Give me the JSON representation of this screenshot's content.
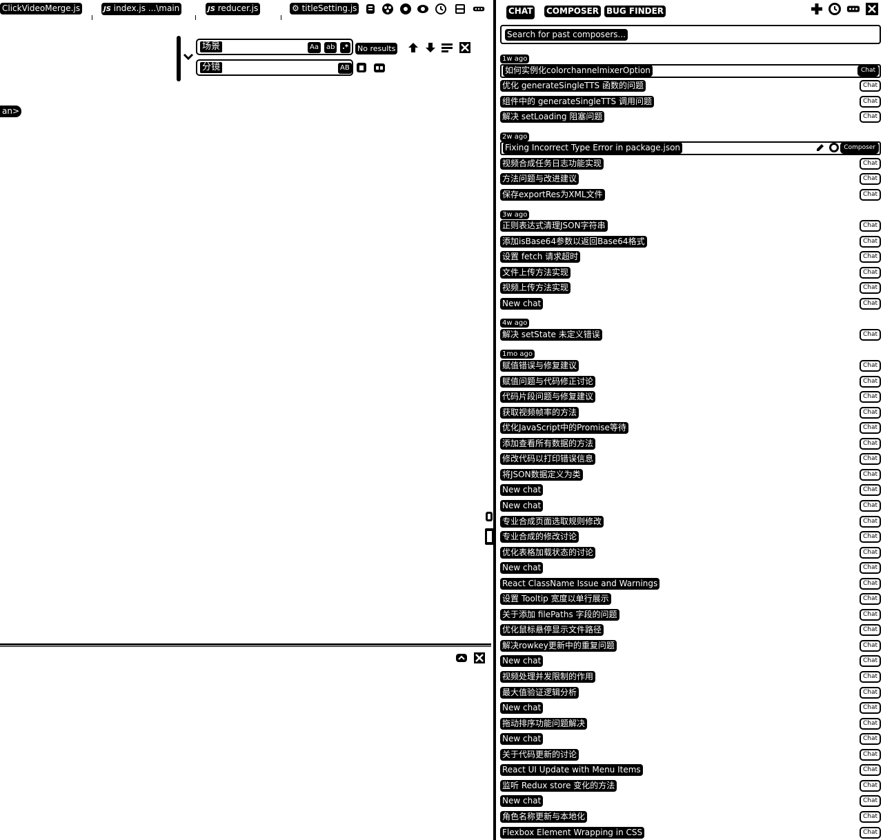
{
  "editor": {
    "tabs": [
      {
        "label": "ClickVideoMerge.js",
        "icon": "js-file-icon",
        "prefix": ""
      },
      {
        "label": "index.js ...\\main",
        "icon": "js-file-icon",
        "prefix": "JS"
      },
      {
        "label": "reducer.js",
        "icon": "js-file-icon",
        "prefix": "JS"
      },
      {
        "label": "titleSetting.js",
        "icon": "gear-file-icon",
        "prefix": "⚙"
      }
    ],
    "find": {
      "search_value": "场景",
      "replace_value": "分镜",
      "match_case": "Aa",
      "match_word": "ab",
      "regex": ".*",
      "preserve_case": "AB",
      "results": "No results"
    },
    "breadcrumb_fragment": "an>"
  },
  "side": {
    "tabs": {
      "chat": "CHAT",
      "composer": "COMPOSER",
      "bug_finder": "BUG FINDER"
    },
    "search_placeholder": "Search for past composers...",
    "groups": [
      {
        "label": "1w ago",
        "items": [
          {
            "title": "如何实例化colorchannelmixerOption",
            "kind": "Chat",
            "selected": true
          },
          {
            "title": "优化 generateSingleTTS 函数的问题",
            "kind": "Chat"
          },
          {
            "title": "组件中的 generateSingleTTS 调用问题",
            "kind": "Chat"
          },
          {
            "title": "解决 setLoading 阻塞问题",
            "kind": "Chat"
          }
        ]
      },
      {
        "label": "2w ago",
        "items": [
          {
            "title": "Fixing Incorrect Type Error in package.json",
            "kind": "Composer",
            "selected": true,
            "actions": true
          },
          {
            "title": "视频合成任务日志功能实现",
            "kind": "Chat"
          },
          {
            "title": "方法问题与改进建议",
            "kind": "Chat"
          },
          {
            "title": "保存exportRes为XML文件",
            "kind": "Chat"
          }
        ]
      },
      {
        "label": "3w ago",
        "items": [
          {
            "title": "正则表达式清理JSON字符串",
            "kind": "Chat"
          },
          {
            "title": "添加isBase64参数以返回Base64格式",
            "kind": "Chat"
          },
          {
            "title": "设置 fetch 请求超时",
            "kind": "Chat"
          },
          {
            "title": "文件上传方法实现",
            "kind": "Chat"
          },
          {
            "title": "视频上传方法实现",
            "kind": "Chat"
          },
          {
            "title": "New chat",
            "kind": "Chat"
          }
        ]
      },
      {
        "label": "4w ago",
        "items": [
          {
            "title": "解决 setState 未定义错误",
            "kind": "Chat"
          }
        ]
      },
      {
        "label": "1mo ago",
        "items": [
          {
            "title": "赋值错误与修复建议",
            "kind": "Chat"
          },
          {
            "title": "赋值问题与代码修正讨论",
            "kind": "Chat"
          },
          {
            "title": "代码片段问题与修复建议",
            "kind": "Chat"
          },
          {
            "title": "获取视频帧率的方法",
            "kind": "Chat"
          },
          {
            "title": "优化JavaScript中的Promise等待",
            "kind": "Chat"
          },
          {
            "title": "添加查看所有数据的方法",
            "kind": "Chat"
          },
          {
            "title": "修改代码以打印错误信息",
            "kind": "Chat"
          },
          {
            "title": "将JSON数据定义为类",
            "kind": "Chat"
          },
          {
            "title": "New chat",
            "kind": "Chat"
          },
          {
            "title": "New chat",
            "kind": "Chat"
          },
          {
            "title": "专业合成页面选取规则修改",
            "kind": "Chat"
          },
          {
            "title": "专业合成的修改讨论",
            "kind": "Chat"
          },
          {
            "title": "优化表格加载状态的讨论",
            "kind": "Chat"
          },
          {
            "title": "New chat",
            "kind": "Chat"
          },
          {
            "title": "React ClassName Issue and Warnings",
            "kind": "Chat"
          },
          {
            "title": "设置 Tooltip 宽度以单行展示",
            "kind": "Chat"
          },
          {
            "title": "关于添加 filePaths 字段的问题",
            "kind": "Chat"
          },
          {
            "title": "优化鼠标悬停显示文件路径",
            "kind": "Chat"
          },
          {
            "title": "解决rowkey更新中的重复问题",
            "kind": "Chat"
          },
          {
            "title": "New chat",
            "kind": "Chat"
          },
          {
            "title": "视频处理并发限制的作用",
            "kind": "Chat"
          },
          {
            "title": "最大值验证逻辑分析",
            "kind": "Chat"
          },
          {
            "title": "New chat",
            "kind": "Chat"
          },
          {
            "title": "拖动排序功能问题解决",
            "kind": "Chat"
          },
          {
            "title": "New chat",
            "kind": "Chat"
          },
          {
            "title": "关于代码更新的讨论",
            "kind": "Chat"
          },
          {
            "title": "React UI Update with Menu Items",
            "kind": "Chat"
          },
          {
            "title": "监听 Redux store 变化的方法",
            "kind": "Chat"
          },
          {
            "title": "New chat",
            "kind": "Chat"
          },
          {
            "title": "角色名称更新与本地化",
            "kind": "Chat"
          },
          {
            "title": "Flexbox Element Wrapping in CSS",
            "kind": "Chat"
          }
        ]
      }
    ]
  }
}
